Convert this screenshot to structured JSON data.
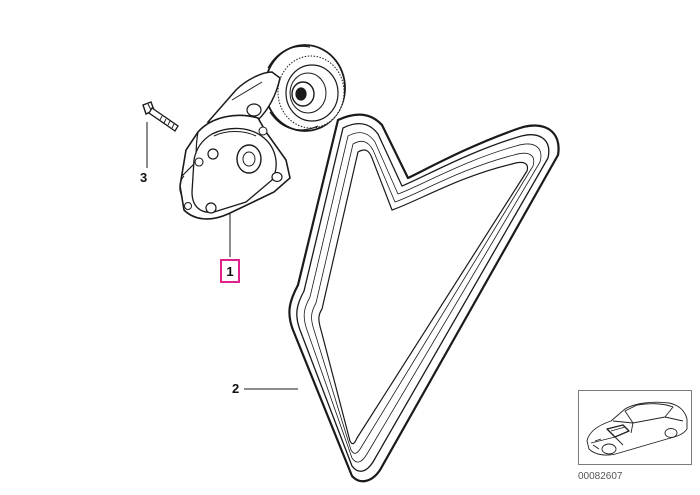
{
  "callouts": {
    "tensioner": "1",
    "belt": "2",
    "bolt": "3"
  },
  "diagram_id": "00082607",
  "colors": {
    "line": "#1a1a1a",
    "highlight_box": "#e0218a",
    "thumbnail_border": "#7a7a7a"
  }
}
